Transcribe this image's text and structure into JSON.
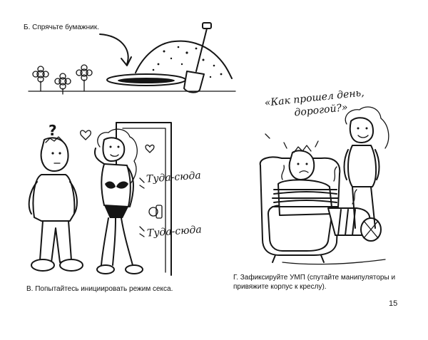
{
  "captions": {
    "b": "Б. Спрячьте бумажник.",
    "v": "В. Попытайтесь инициировать режим секса.",
    "g": "Г. Зафиксируйте УМП (спутайте манипуляторы и привяжите корпус к креслу)."
  },
  "speech": {
    "line1": "«Как прошел день,",
    "line2": "дорогой?»"
  },
  "sound_effects": {
    "first": "Туда-сюда",
    "second": "Туда-сюда"
  },
  "question_mark": "?",
  "page_number": "15",
  "icons": [
    "shovel-icon",
    "flower-icon",
    "heart-icon",
    "door-icon",
    "armchair-icon"
  ]
}
